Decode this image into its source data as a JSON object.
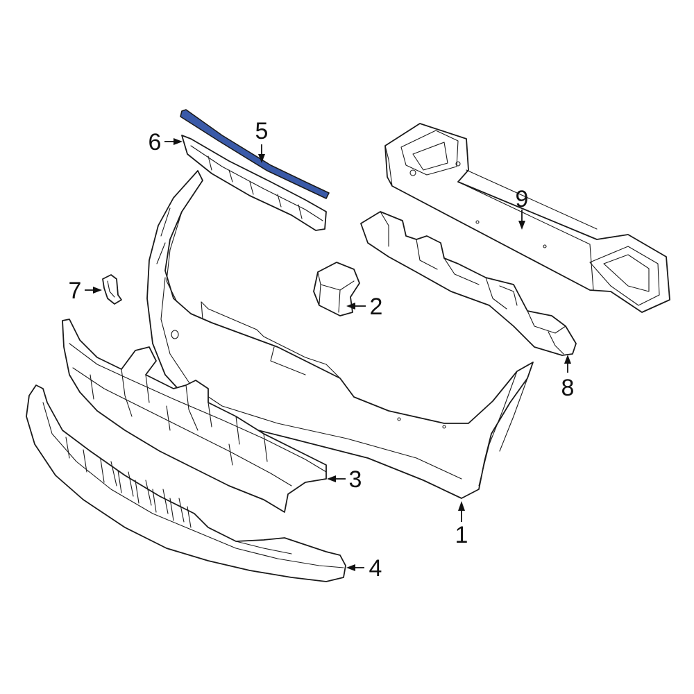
{
  "diagram": {
    "highlight_color": "#3a5aa8",
    "line_color": "#1a1a1a",
    "callouts": [
      {
        "id": "1",
        "label": "1"
      },
      {
        "id": "2",
        "label": "2"
      },
      {
        "id": "3",
        "label": "3"
      },
      {
        "id": "4",
        "label": "4"
      },
      {
        "id": "5",
        "label": "5"
      },
      {
        "id": "6",
        "label": "6"
      },
      {
        "id": "7",
        "label": "7"
      },
      {
        "id": "8",
        "label": "8"
      },
      {
        "id": "9",
        "label": "9"
      }
    ]
  }
}
